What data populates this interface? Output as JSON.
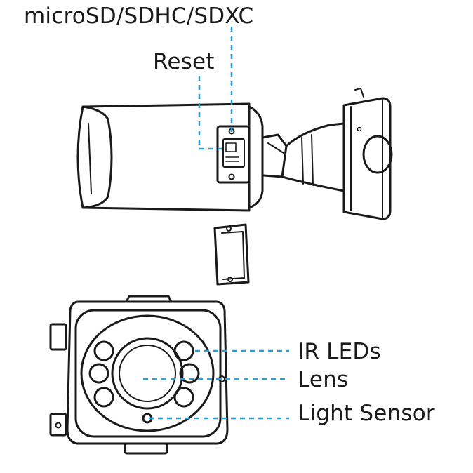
{
  "labels": {
    "microsd": "microSD/SDHC/SDXC",
    "reset": "Reset",
    "ir_leds": "IR LEDs",
    "lens": "Lens",
    "light_sensor": "Light Sensor"
  },
  "colors": {
    "outline": "#1a1a1a",
    "leader": "#2a9fd6",
    "background": "#ffffff"
  }
}
